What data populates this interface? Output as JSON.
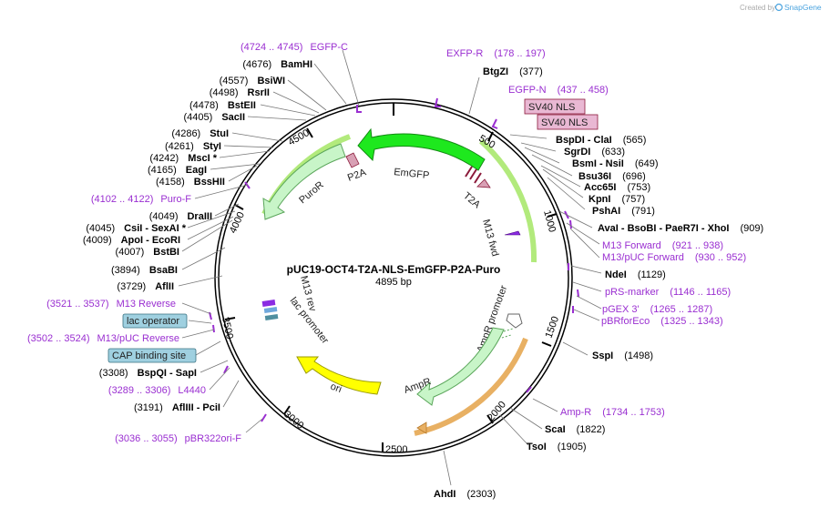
{
  "brand": {
    "created_by": "Created by",
    "app": "SnapGene"
  },
  "plasmid": {
    "name": "pUC19-OCT4-T2A-NLS-EmGFP-P2A-Puro",
    "size": "4895 bp"
  },
  "ticks": [
    "500",
    "1000",
    "1500",
    "2000",
    "2500",
    "3000",
    "3500",
    "4000",
    "4500"
  ],
  "sites_right": [
    {
      "name": "BtgZI",
      "pos": "(377)"
    },
    {
      "name": "BspDI  - ClaI",
      "pos": "(565)"
    },
    {
      "name": "SgrDI",
      "pos": "(633)"
    },
    {
      "name": "BsmI - NsiI",
      "pos": "(649)"
    },
    {
      "name": "Bsu36I",
      "pos": "(696)"
    },
    {
      "name": "Acc65I",
      "pos": "(753)"
    },
    {
      "name": "KpnI",
      "pos": "(757)"
    },
    {
      "name": "PshAI",
      "pos": "(791)"
    },
    {
      "name": "AvaI  - BsoBI  - PaeR7I  - XhoI",
      "pos": "(909)"
    },
    {
      "name": "NdeI",
      "pos": "(1129)"
    },
    {
      "name": "SspI",
      "pos": "(1498)"
    },
    {
      "name": "ScaI",
      "pos": "(1822)"
    },
    {
      "name": "TsoI",
      "pos": "(1905)"
    },
    {
      "name": "AhdI",
      "pos": "(2303)"
    }
  ],
  "sites_left": [
    {
      "name": "BamHI",
      "pos": "(4676)"
    },
    {
      "name": "BsiWI",
      "pos": "(4557)"
    },
    {
      "name": "RsrII",
      "pos": "(4498)"
    },
    {
      "name": "BstEII",
      "pos": "(4478)"
    },
    {
      "name": "SacII",
      "pos": "(4405)"
    },
    {
      "name": "StuI",
      "pos": "(4286)"
    },
    {
      "name": "StyI",
      "pos": "(4261)"
    },
    {
      "name": "MscI *",
      "pos": "(4242)"
    },
    {
      "name": "EagI",
      "pos": "(4165)"
    },
    {
      "name": "BssHII",
      "pos": "(4158)"
    },
    {
      "name": "DraIII",
      "pos": "(4049)"
    },
    {
      "name": "CsiI  - SexAI *",
      "pos": "(4045)"
    },
    {
      "name": "ApoI  - EcoRI",
      "pos": "(4009)"
    },
    {
      "name": "BstBI",
      "pos": "(4007)"
    },
    {
      "name": "BsaBI",
      "pos": "(3894)"
    },
    {
      "name": "AflII",
      "pos": "(3729)"
    },
    {
      "name": "BspQI  - SapI",
      "pos": "(3308)"
    },
    {
      "name": "AflIII  - PciI",
      "pos": "(3191)"
    }
  ],
  "primers": [
    {
      "name": "EGFP-C",
      "range": "(4724 .. 4745)"
    },
    {
      "name": "EXFP-R",
      "range": "(178 .. 197)"
    },
    {
      "name": "EGFP-N",
      "range": "(437 .. 458)"
    },
    {
      "name": "Puro-F",
      "range": "(4102 .. 4122)"
    },
    {
      "name": "M13 Forward",
      "range": "(921 .. 938)"
    },
    {
      "name": "M13/pUC Forward",
      "range": "(930 .. 952)"
    },
    {
      "name": "pRS-marker",
      "range": "(1146 .. 1165)"
    },
    {
      "name": "pGEX 3'",
      "range": "(1265 .. 1287)"
    },
    {
      "name": "pBRforEco",
      "range": "(1325 .. 1343)"
    },
    {
      "name": "M13 Reverse",
      "range": "(3521 .. 3537)"
    },
    {
      "name": "M13/pUC Reverse",
      "range": "(3502 .. 3524)"
    },
    {
      "name": "L4440",
      "range": "(3289 .. 3306)"
    },
    {
      "name": "pBR322ori-F",
      "range": "(3036 .. 3055)"
    },
    {
      "name": "Amp-R",
      "range": "(1734 .. 1753)"
    }
  ],
  "boxed": {
    "sv40_nls_1": "SV40 NLS",
    "sv40_nls_2": "SV40 NLS",
    "lac_operator": "lac operator",
    "cap_binding_site": "CAP binding site"
  },
  "features": {
    "emgfp": "EmGFP",
    "puror": "PuroR",
    "p2a": "P2A",
    "t2a": "T2A",
    "m13_fwd": "M13 fwd",
    "ampr_promoter": "AmpR promoter",
    "ampr": "AmpR",
    "ori": "ori",
    "m13_rev": "M13 rev",
    "lac_promoter": "lac promoter"
  },
  "colors": {
    "primer": "#9a2fd1",
    "emgfp": "#1ee81e",
    "light_green": "#c8f5c8",
    "ori": "#ffff00",
    "sv40_fill": "#e9b8d3",
    "blue_box": "#9fd0e0"
  }
}
